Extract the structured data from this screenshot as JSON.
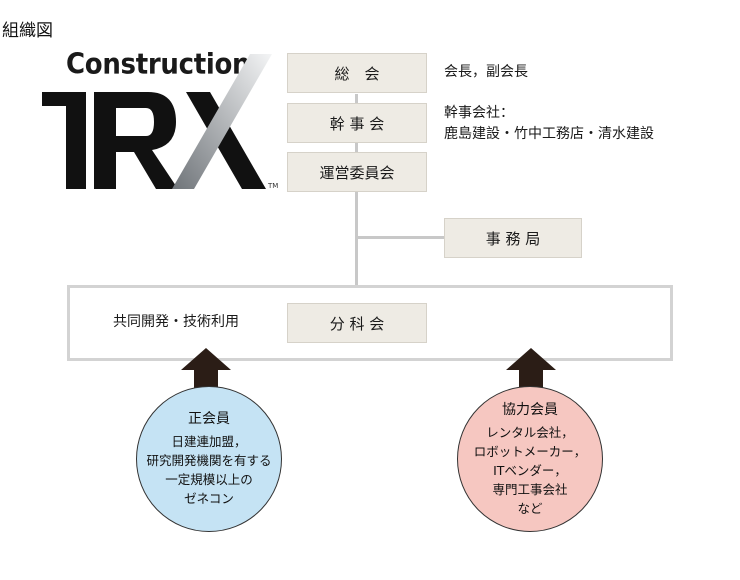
{
  "title": "組織図",
  "logo": {
    "wordmark": "Construction",
    "mark": "RX",
    "tm": "TM"
  },
  "boxes": {
    "general": "総　会",
    "executive": "幹 事 会",
    "steering": "運営委員会",
    "secretariat": "事 務 局",
    "subcommittee": "分 科 会"
  },
  "side_labels": {
    "general": "会長，副会長",
    "executive_line1": "幹事会社：",
    "executive_line2": "鹿島建設・竹中工務店・清水建設",
    "shared_use": "共同開発・技術利用"
  },
  "regular_member": {
    "title": "正会員",
    "lines": [
      "日建連加盟，",
      "研究開発機関を有する",
      "一定規模以上の",
      "ゼネコン"
    ]
  },
  "cooperating_member": {
    "title": "協力会員",
    "lines": [
      "レンタル会社，",
      "ロボットメーカー，",
      "ITベンダー，",
      "専門工事会社",
      "など"
    ]
  },
  "colors": {
    "box_fill": "#eeebe4",
    "regular_circle": "#c5e3f4",
    "cooperating_circle": "#f6c7c1",
    "arrow": "#2b1d16",
    "connector": "#c8c8c8"
  }
}
